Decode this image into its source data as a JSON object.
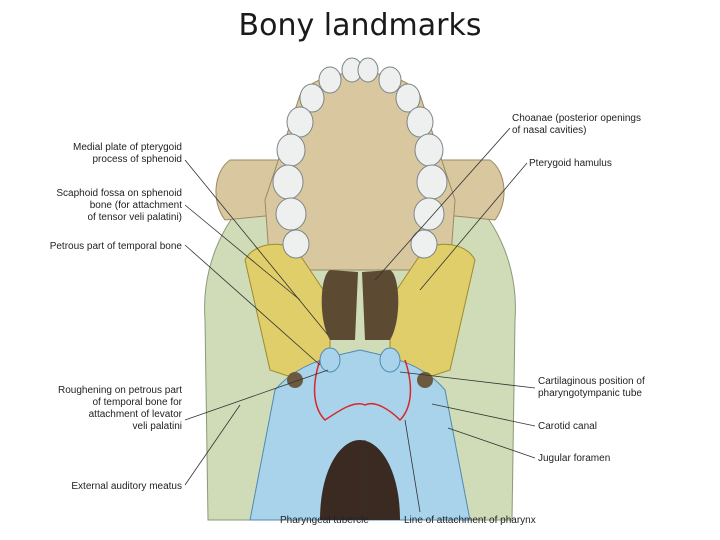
{
  "slide": {
    "title": "Bony landmarks"
  },
  "labels_left": [
    {
      "text": "Medial plate of pterygoid\nprocess of sphenoid"
    },
    {
      "text": "Scaphoid fossa on sphenoid\nbone (for attachment\nof tensor veli palatini)"
    },
    {
      "text": "Petrous part of temporal bone"
    },
    {
      "text": "Roughening on petrous part\nof temporal bone for\nattachment of levator\nveli palatini"
    },
    {
      "text": "External auditory meatus"
    }
  ],
  "labels_right": [
    {
      "text": "Choanae (posterior openings\nof nasal cavities)"
    },
    {
      "text": "Pterygoid hamulus"
    },
    {
      "text": "Cartilaginous position of\npharyngotympanic tube"
    },
    {
      "text": "Carotid canal"
    },
    {
      "text": "Jugular foramen"
    }
  ],
  "labels_bottom": [
    {
      "text": "Pharyngeal tubercle"
    },
    {
      "text": "Line of attachment of pharynx"
    }
  ],
  "colors": {
    "bone_beige": "#d9c7a0",
    "sphenoid_yellow": "#dfce6a",
    "occipital_blue": "#a9d3ea",
    "temporal_green": "#cfdcb7",
    "teeth": "#eef0f0",
    "attachment_line": "#d8262b"
  }
}
